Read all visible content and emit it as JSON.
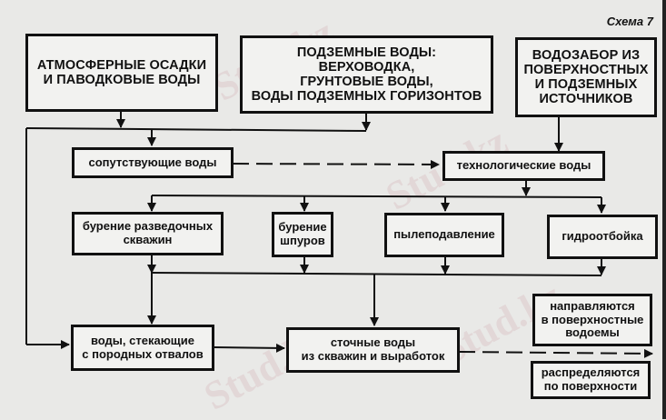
{
  "caption": "Схема 7",
  "watermark": "Stud.kz",
  "sources": {
    "atmospheric": [
      "АТМОСФЕРНЫЕ ОСАДКИ",
      "И ПАВОДКОВЫЕ ВОДЫ"
    ],
    "groundwater": [
      "ПОДЗЕМНЫЕ ВОДЫ:",
      "ВЕРХОВОДКА,",
      "ГРУНТОВЫЕ ВОДЫ,",
      "ВОДЫ ПОДЗЕМНЫХ ГОРИЗОНТОВ"
    ],
    "intake": [
      "ВОДОЗАБОР ИЗ",
      "ПОВЕРХНОСТНЫХ",
      "И ПОДЗЕМНЫХ",
      "ИСТОЧНИКОВ"
    ]
  },
  "waters": {
    "associated": "сопутствующие воды",
    "technological": "технологические воды"
  },
  "processes": {
    "exploration_drilling": [
      "бурение разведочных",
      "скважин"
    ],
    "hole_drilling": [
      "бурение",
      "шпуров"
    ],
    "dust_suppression": [
      "пылеподавление"
    ],
    "hydraulic_breaking": [
      "гидроотбойка"
    ]
  },
  "outputs": {
    "dump_runoff": [
      "воды, стекающие",
      "с породных отвалов"
    ],
    "wastewater": [
      "сточные воды",
      "из скважин и выработок"
    ]
  },
  "destinations": {
    "surface_bodies": [
      "направляются",
      "в поверхностные",
      "водоемы"
    ],
    "surface_spread": [
      "распределяются",
      "по поверхности"
    ]
  },
  "colors": {
    "ink": "#111111",
    "paper": "#e9e9e7"
  }
}
